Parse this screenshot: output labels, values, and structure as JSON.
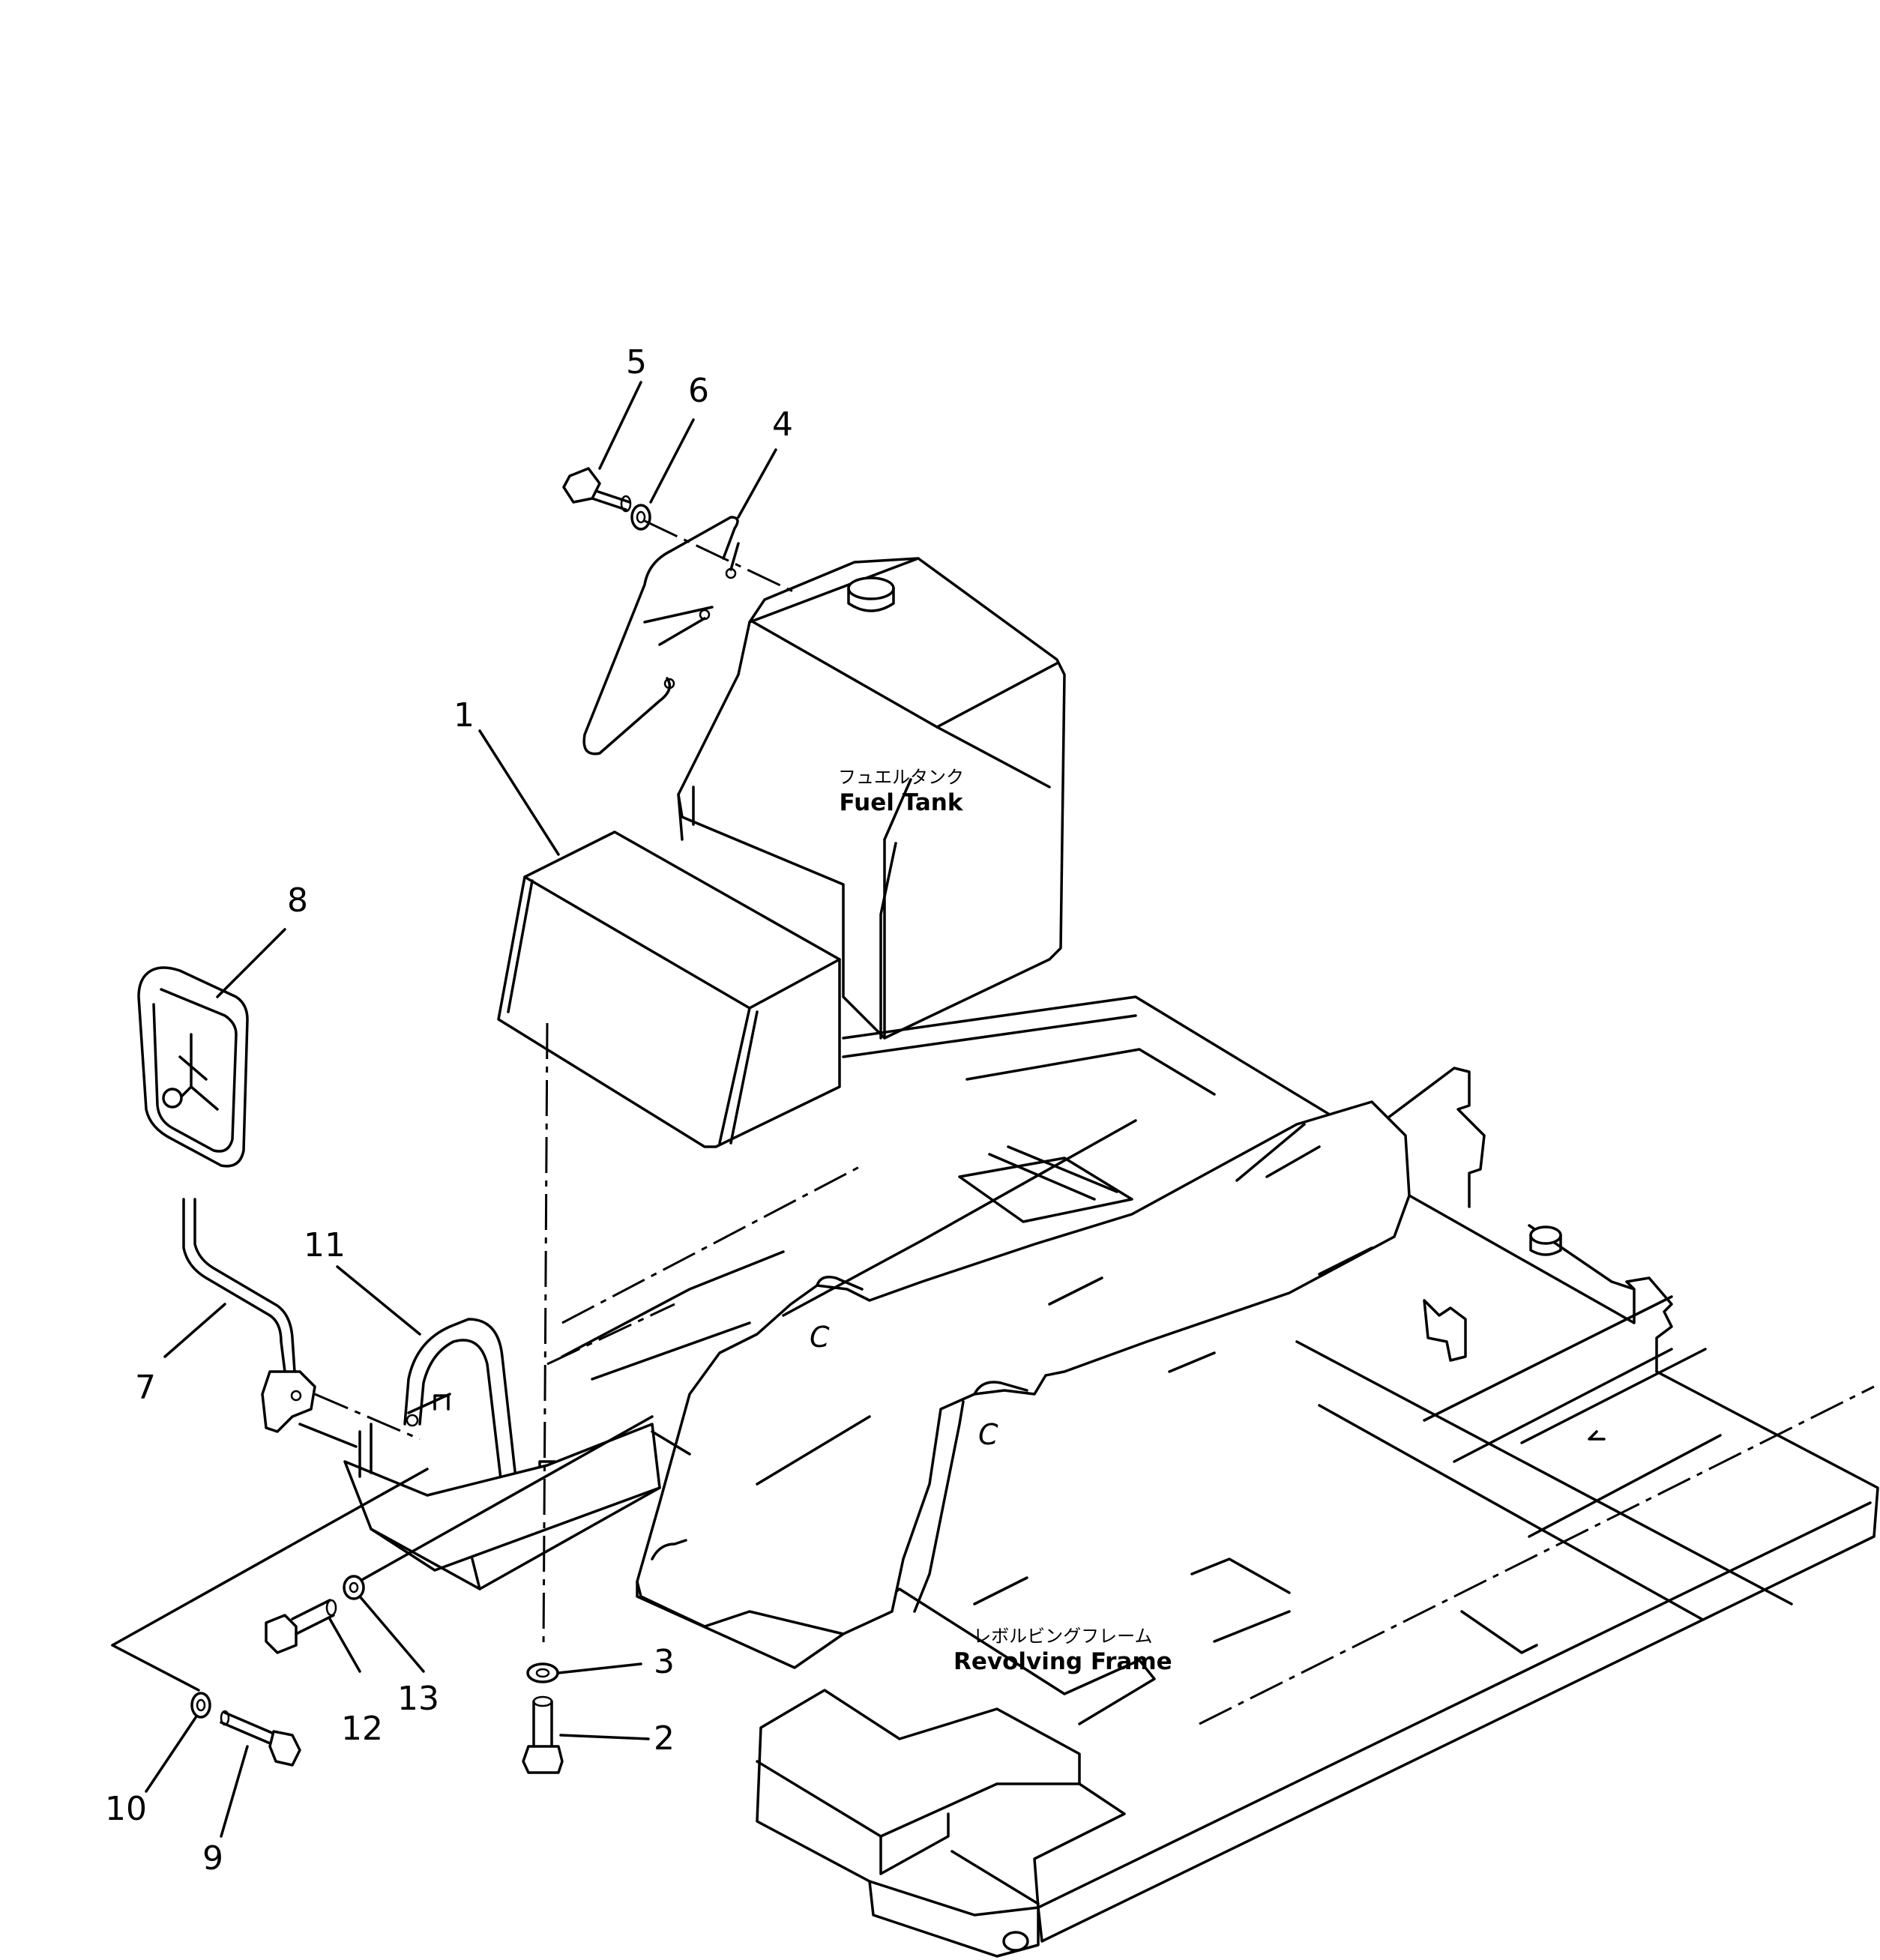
{
  "callouts": [
    {
      "num": "1"
    },
    {
      "num": "2"
    },
    {
      "num": "3"
    },
    {
      "num": "4"
    },
    {
      "num": "5"
    },
    {
      "num": "6"
    },
    {
      "num": "7"
    },
    {
      "num": "8"
    },
    {
      "num": "9"
    },
    {
      "num": "10"
    },
    {
      "num": "11"
    },
    {
      "num": "12"
    },
    {
      "num": "13"
    }
  ],
  "labels": {
    "fuel_tank": {
      "jp": "フュエルタンク",
      "en": "Fuel  Tank"
    },
    "revolving_frame": {
      "jp": "レボルビングフレーム",
      "en": "Revolving  Frame"
    }
  },
  "frame_marks": {
    "c_mark_1": "C",
    "c_mark_2": "C"
  }
}
